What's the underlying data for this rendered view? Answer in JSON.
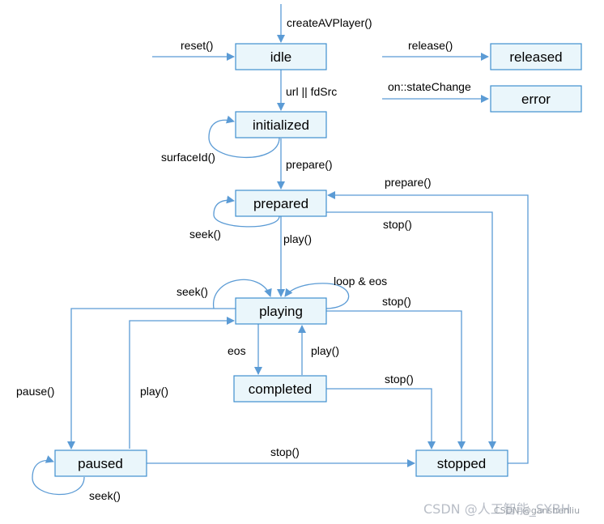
{
  "states": {
    "idle": "idle",
    "released": "released",
    "error": "error",
    "initialized": "initialized",
    "prepared": "prepared",
    "playing": "playing",
    "completed": "completed",
    "paused": "paused",
    "stopped": "stopped"
  },
  "transitions": {
    "create": "createAVPlayer()",
    "reset": "reset()",
    "release": "release()",
    "state_change": "on::stateChange",
    "url": "url || fdSrc",
    "surface": "surfaceId()",
    "prepare": "prepare()",
    "prepare_from_stopped": "prepare()",
    "prepared_seek": "seek()",
    "prepared_stop": "stop()",
    "prepared_play": "play()",
    "playing_seek": "seek()",
    "loop_eos": "loop & eos",
    "playing_stop": "stop()",
    "pause": "pause()",
    "eos": "eos",
    "completed_play": "play()",
    "paused_play": "play()",
    "completed_stop": "stop()",
    "paused_stop": "stop()",
    "paused_seek": "seek()"
  },
  "watermark": {
    "text": "CSDN @人工智能_SYBH",
    "overlay": "CSDN @ganshenliu"
  },
  "colors": {
    "box_fill": "#eaf6fb",
    "box_border": "#3f8fcf",
    "arrow": "#5b9bd5"
  }
}
